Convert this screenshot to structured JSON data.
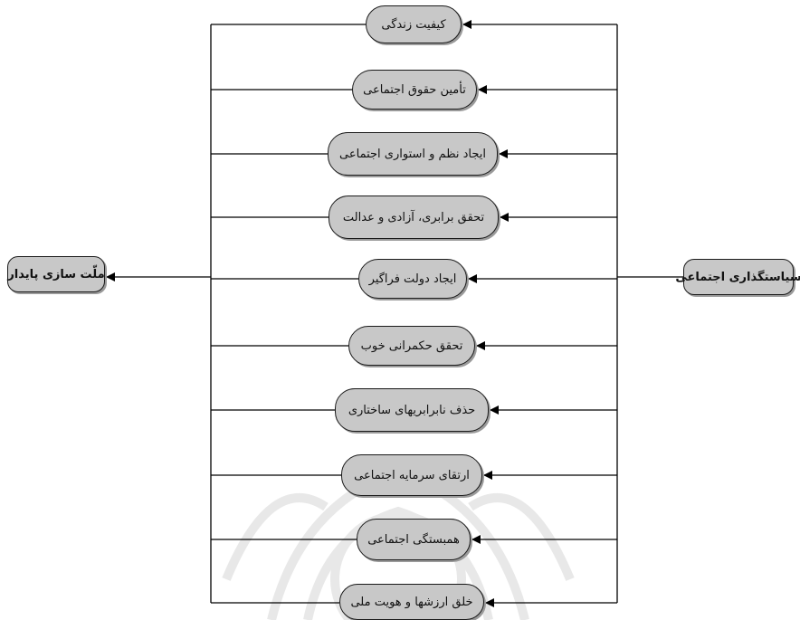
{
  "diagram": {
    "source": {
      "label": "سیاستگذاری اجتماعی"
    },
    "target": {
      "label": "ملّت سازی پایدار"
    },
    "steps": [
      {
        "label": "کیفیت زندگی"
      },
      {
        "label": "تأمین حقوق اجتماعی"
      },
      {
        "label": "ایجاد نظم و استواری اجتماعی"
      },
      {
        "label": "تحقق برابری، آزادی و عدالت"
      },
      {
        "label": "ایجاد دولت فراگیر"
      },
      {
        "label": "تحقق حکمرانی خوب"
      },
      {
        "label": "حذف نابرابریهای ساختاری"
      },
      {
        "label": "ارتقای سرمایه اجتماعی"
      },
      {
        "label": "همبستگی اجتماعی"
      },
      {
        "label": "خلق ارزشها و هویت ملی"
      }
    ]
  },
  "colors": {
    "node_fill": "#c8c8c8",
    "line": "#000000",
    "watermark": "#e6e6e6"
  }
}
